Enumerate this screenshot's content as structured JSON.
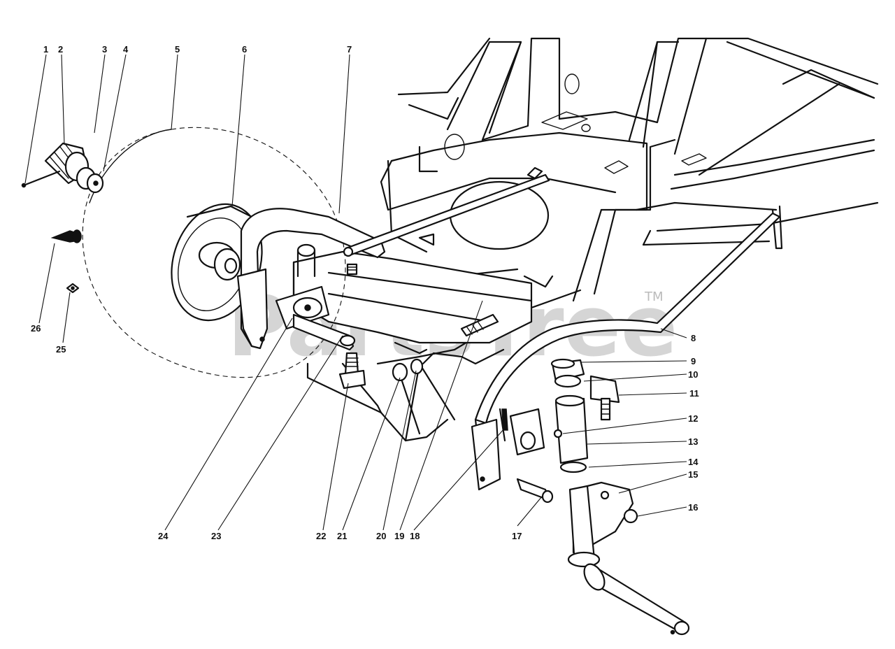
{
  "watermark": {
    "text": "PartsTree",
    "trademark": "TM"
  },
  "callouts": [
    "1",
    "2",
    "3",
    "4",
    "5",
    "6",
    "7",
    "8",
    "9",
    "10",
    "11",
    "12",
    "13",
    "14",
    "15",
    "16",
    "17",
    "18",
    "19",
    "20",
    "21",
    "22",
    "23",
    "24",
    "25",
    "26"
  ]
}
